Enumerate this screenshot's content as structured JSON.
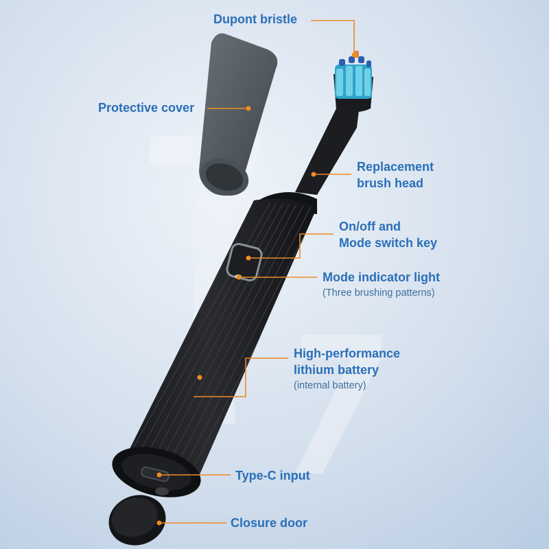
{
  "accent_color": "#f08a24",
  "label_color": "#2a6fb8",
  "watermark_number": "7",
  "callouts": {
    "bristle": {
      "lines": [
        "Dupont bristle"
      ]
    },
    "cover": {
      "lines": [
        "Protective cover"
      ]
    },
    "head": {
      "lines": [
        "Replacement",
        "brush head"
      ]
    },
    "switch": {
      "lines": [
        "On/off and",
        "Mode switch key"
      ]
    },
    "indicator": {
      "lines": [
        "Mode indicator light"
      ],
      "note": "(Three brushing patterns)"
    },
    "battery": {
      "lines": [
        "High-performance",
        "lithium battery"
      ],
      "note": "(internal battery)"
    },
    "typec": {
      "lines": [
        "Type-C input"
      ]
    },
    "door": {
      "lines": [
        "Closure door"
      ]
    }
  }
}
